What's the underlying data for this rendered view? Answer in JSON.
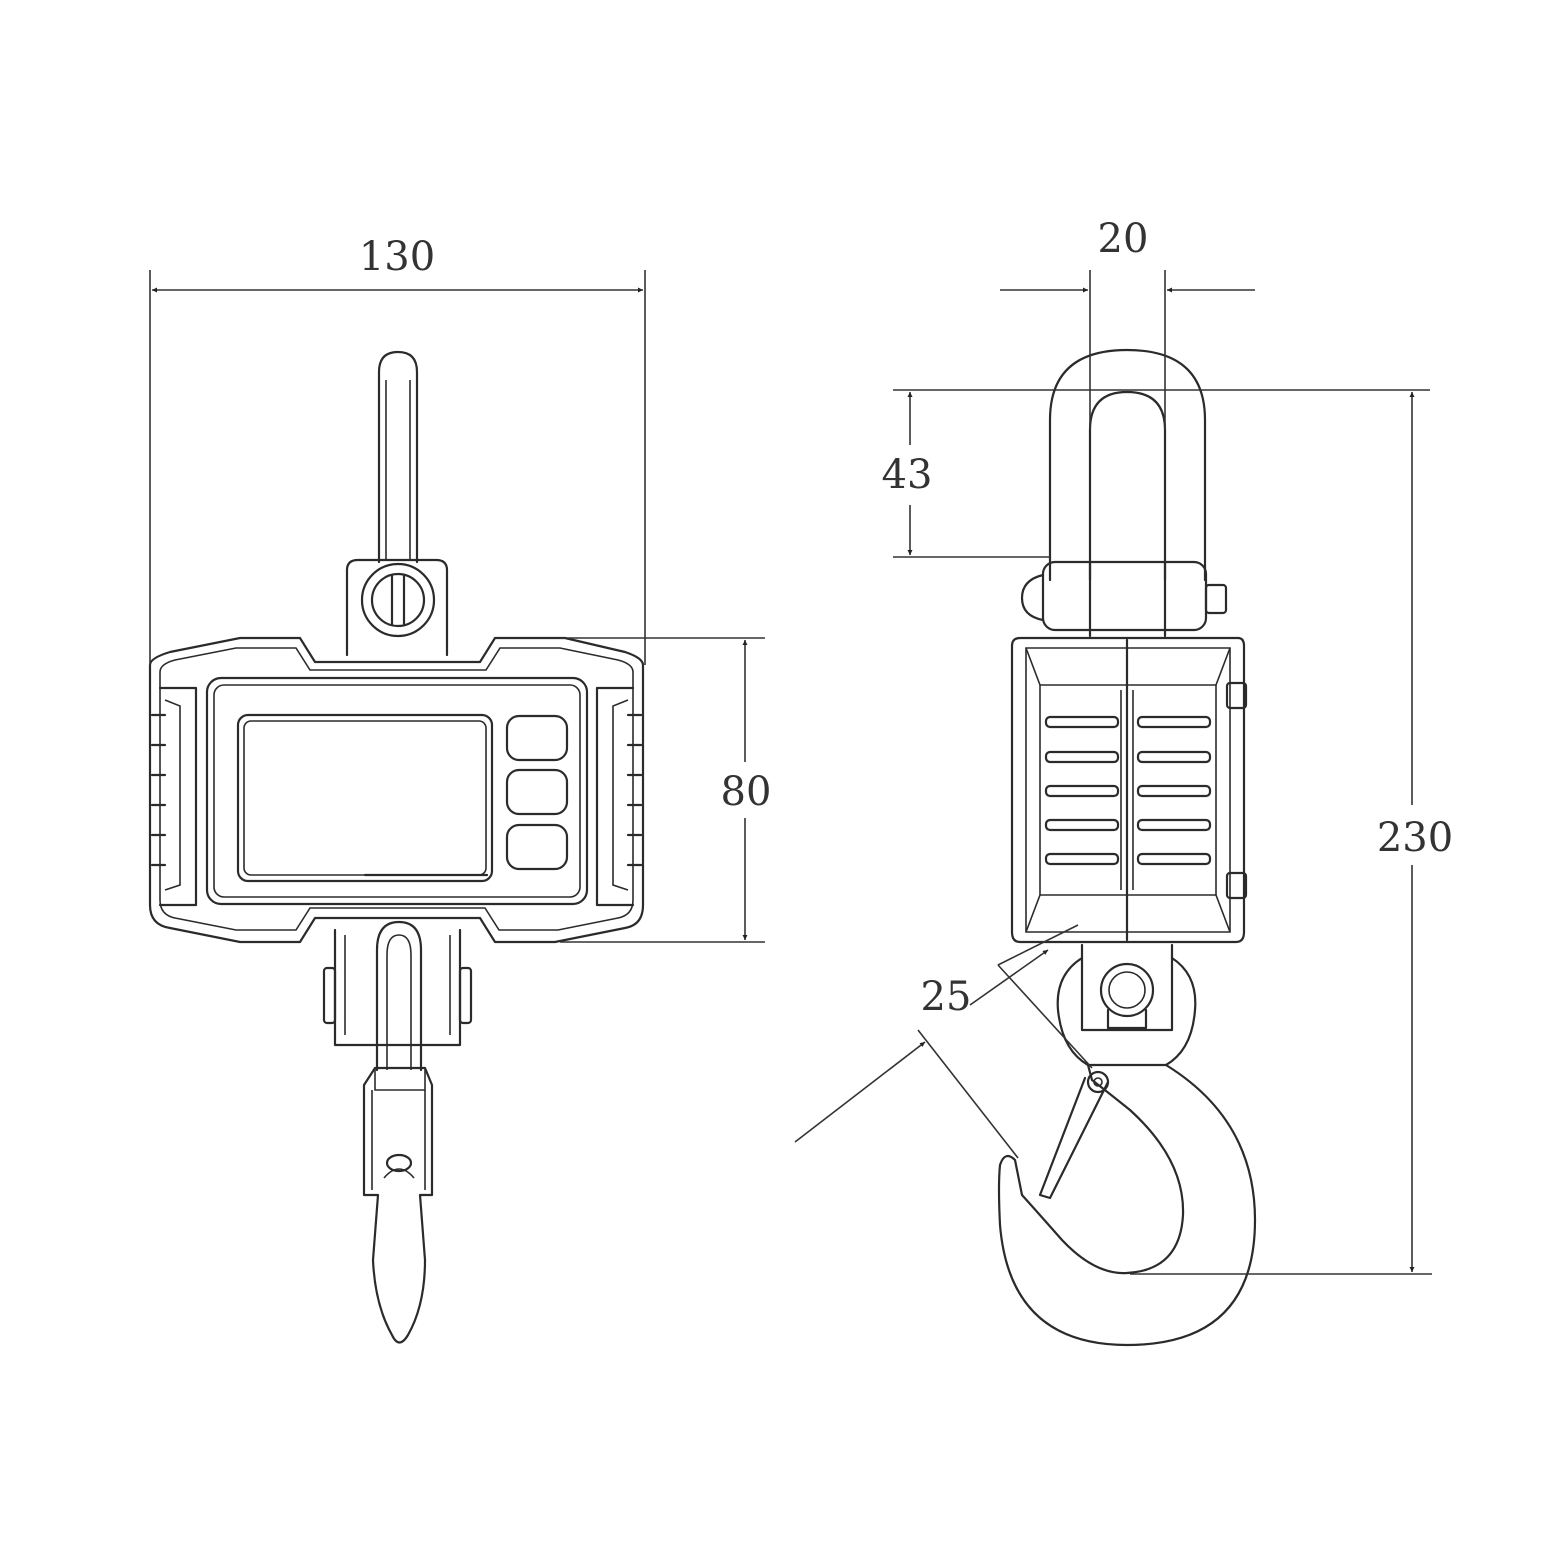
{
  "dimensions": {
    "width": "130",
    "height": "80",
    "thickness": "20",
    "shackle": "43",
    "total_height": "230",
    "hook_opening": "25"
  },
  "colors": {
    "line": "#2b2b2b",
    "background": "#ffffff"
  }
}
